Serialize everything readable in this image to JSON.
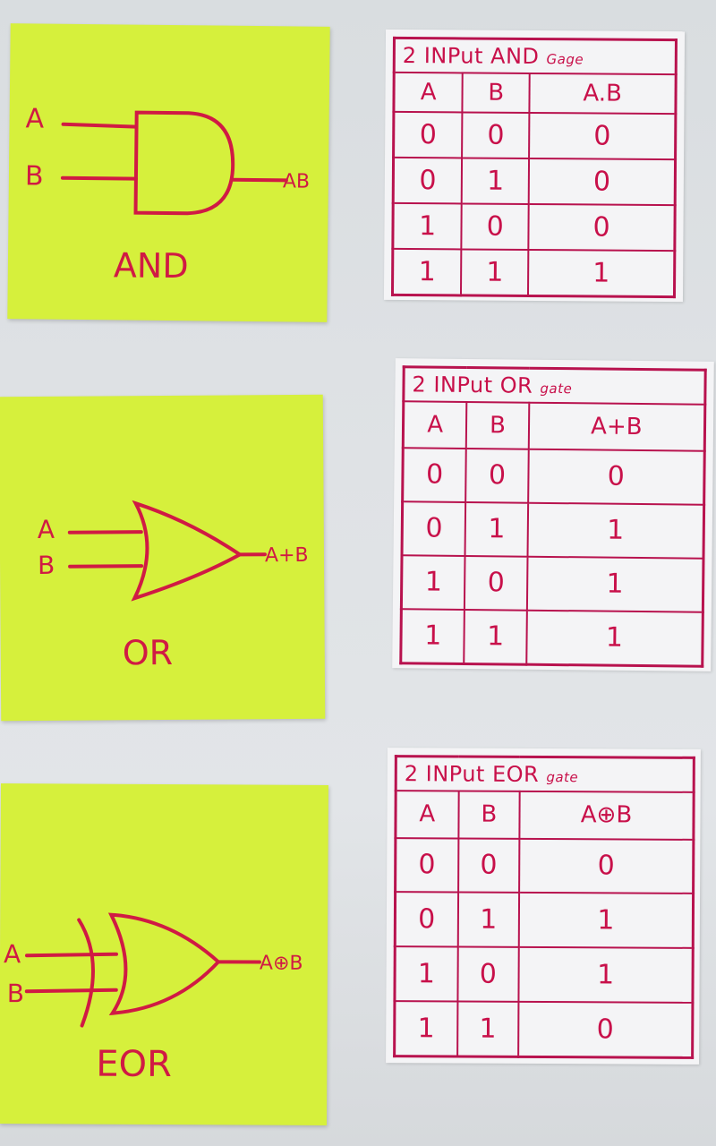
{
  "gates": [
    {
      "id": "and",
      "gate_label": "AND",
      "inputs": [
        "A",
        "B"
      ],
      "output_label": "AB",
      "note_color": "#d6f03c",
      "table": {
        "title": "2 INPut AND",
        "title_suffix": "Gage",
        "headers": [
          "A",
          "B",
          "A.B"
        ],
        "rows": [
          [
            "0",
            "0",
            "0"
          ],
          [
            "0",
            "1",
            "0"
          ],
          [
            "1",
            "0",
            "0"
          ],
          [
            "1",
            "1",
            "1"
          ]
        ]
      }
    },
    {
      "id": "or",
      "gate_label": "OR",
      "inputs": [
        "A",
        "B"
      ],
      "output_label": "A+B",
      "note_color": "#d6f03c",
      "table": {
        "title": "2 INPut OR",
        "title_suffix": "gate",
        "headers": [
          "A",
          "B",
          "A+B"
        ],
        "rows": [
          [
            "0",
            "0",
            "0"
          ],
          [
            "0",
            "1",
            "1"
          ],
          [
            "1",
            "0",
            "1"
          ],
          [
            "1",
            "1",
            "1"
          ]
        ]
      }
    },
    {
      "id": "eor",
      "gate_label": "EOR",
      "inputs": [
        "A",
        "B"
      ],
      "output_label": "A⊕B",
      "note_color": "#d6f03c",
      "table": {
        "title": "2 INPut EOR",
        "title_suffix": "gate",
        "headers": [
          "A",
          "B",
          "A⊕B"
        ],
        "rows": [
          [
            "0",
            "0",
            "0"
          ],
          [
            "0",
            "1",
            "1"
          ],
          [
            "1",
            "0",
            "1"
          ],
          [
            "1",
            "1",
            "0"
          ]
        ]
      }
    }
  ],
  "ink_color": "#d01a44",
  "table_line_color": "#b8124e"
}
